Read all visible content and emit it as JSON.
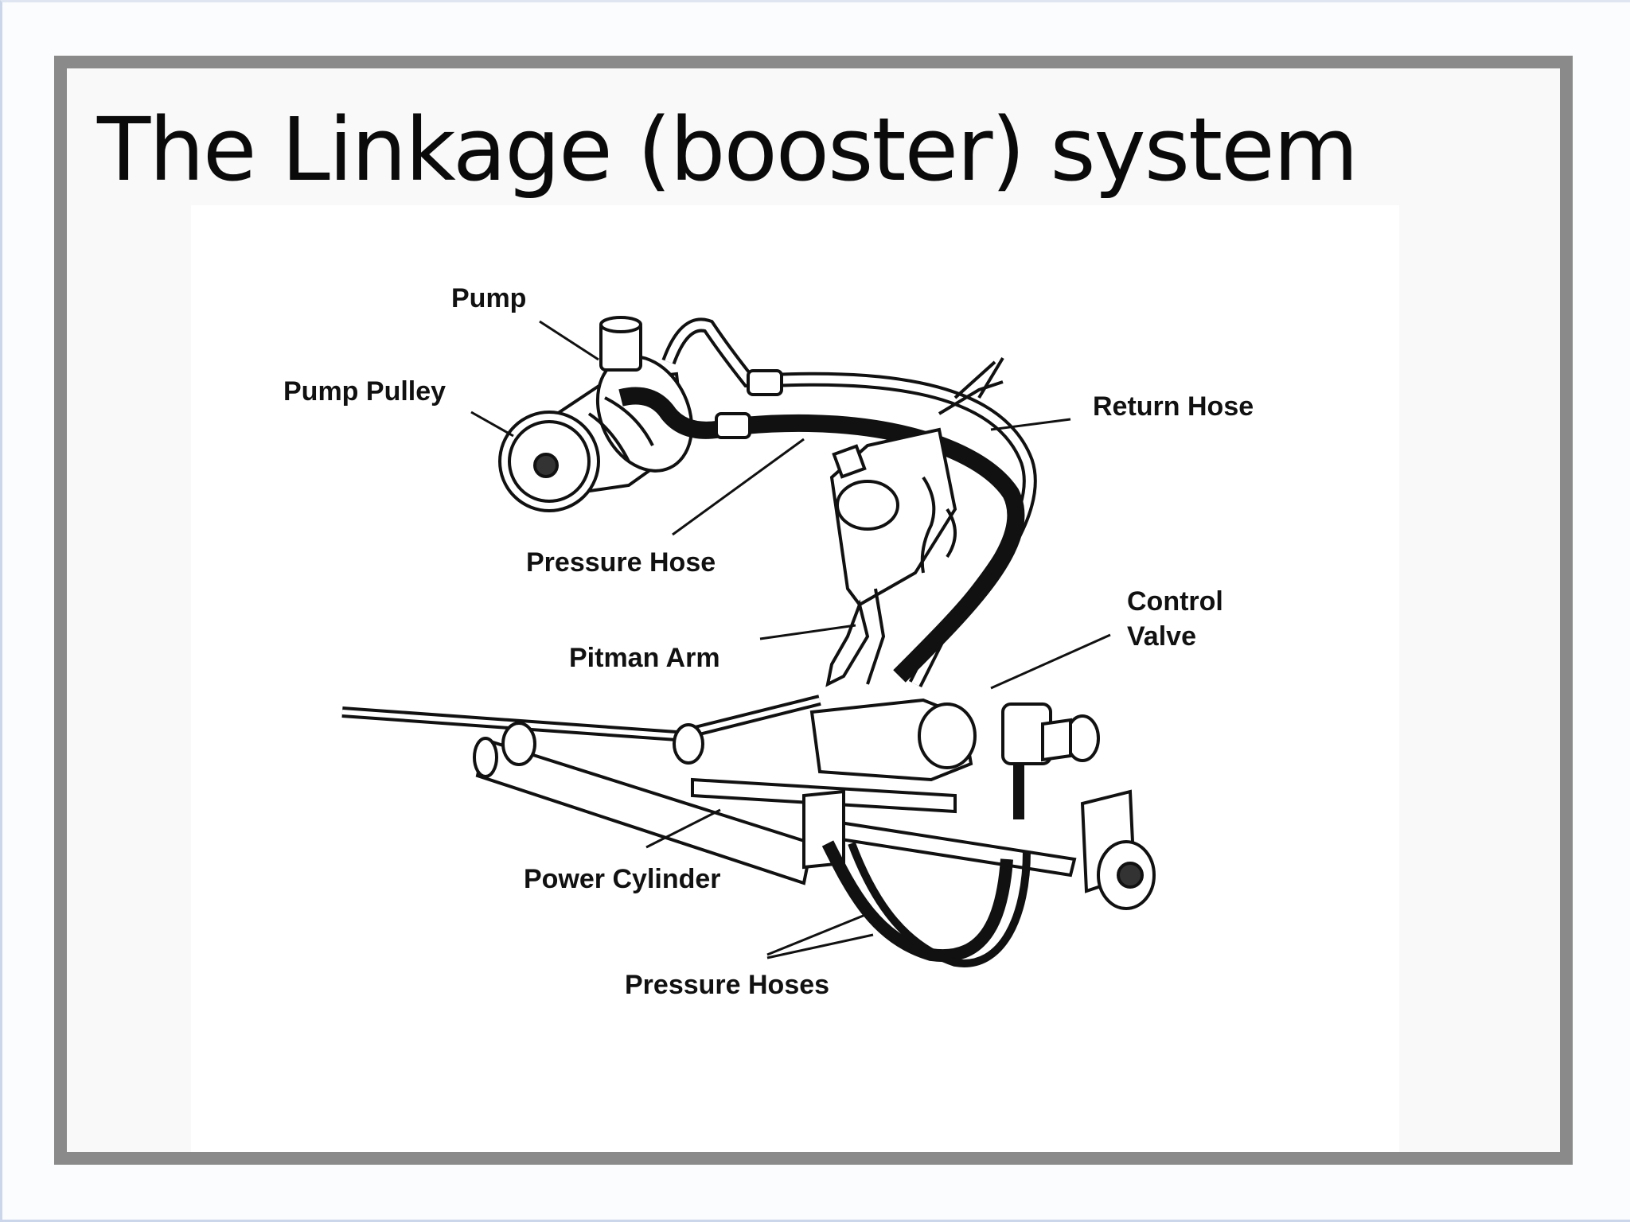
{
  "slide": {
    "title": "The Linkage (booster) system"
  },
  "diagram": {
    "labels": {
      "pump": "Pump",
      "pump_pulley": "Pump Pulley",
      "return_hose": "Return Hose",
      "pressure_hose": "Pressure Hose",
      "control_valve_line1": "Control",
      "control_valve_line2": "Valve",
      "pitman_arm": "Pitman Arm",
      "power_cylinder": "Power Cylinder",
      "pressure_hoses": "Pressure Hoses"
    }
  }
}
